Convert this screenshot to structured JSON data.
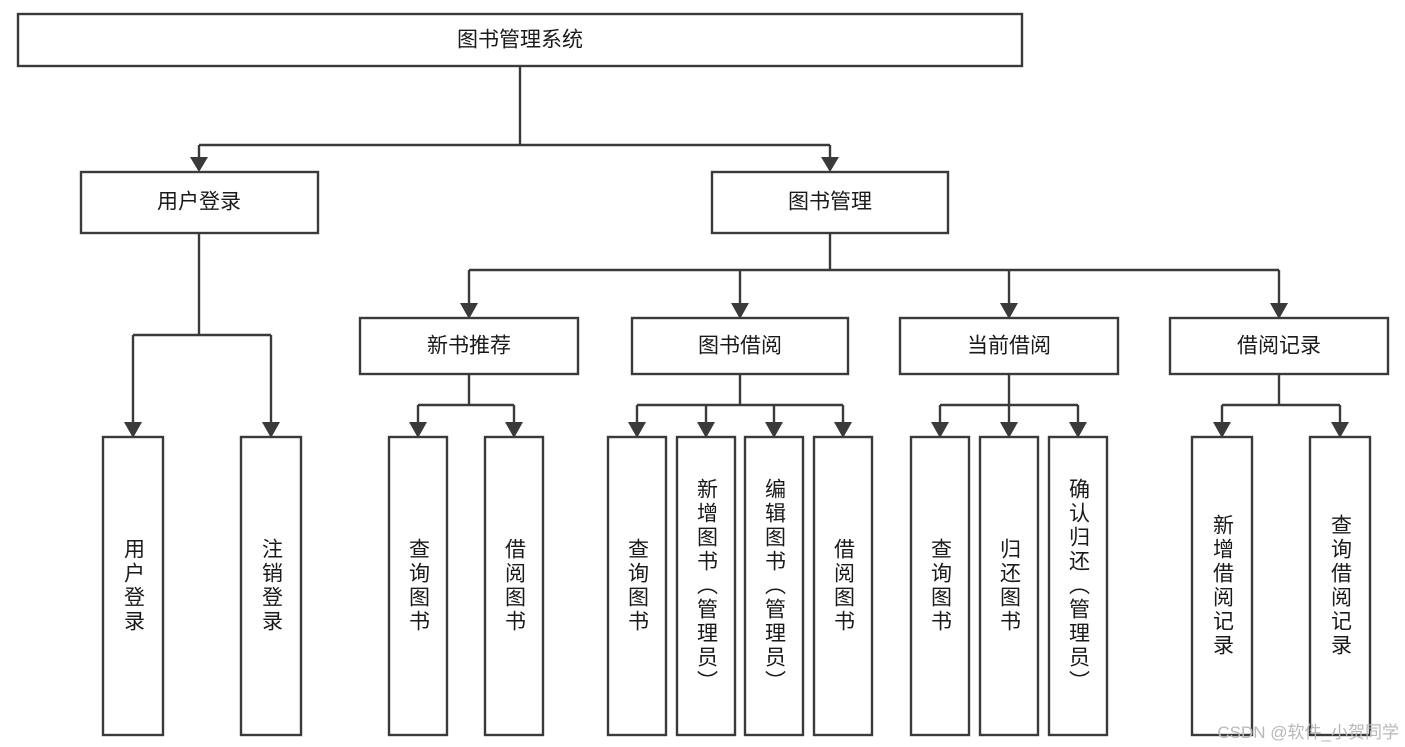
{
  "diagram": {
    "type": "tree-hierarchy",
    "root": {
      "label": "图书管理系统",
      "orientation": "horizontal"
    },
    "level1": [
      {
        "label": "用户登录",
        "orientation": "horizontal"
      },
      {
        "label": "图书管理",
        "orientation": "horizontal"
      }
    ],
    "level2": [
      {
        "label": "新书推荐",
        "orientation": "horizontal",
        "parent": "图书管理"
      },
      {
        "label": "图书借阅",
        "orientation": "horizontal",
        "parent": "图书管理"
      },
      {
        "label": "当前借阅",
        "orientation": "horizontal",
        "parent": "图书管理"
      },
      {
        "label": "借阅记录",
        "orientation": "horizontal",
        "parent": "图书管理"
      }
    ],
    "leaves": {
      "user_login": [
        {
          "label": "用户登录",
          "orientation": "vertical"
        },
        {
          "label": "注销登录",
          "orientation": "vertical"
        }
      ],
      "new_book_recommend": [
        {
          "label": "查询图书",
          "orientation": "vertical"
        },
        {
          "label": "借阅图书",
          "orientation": "vertical"
        }
      ],
      "book_borrow": [
        {
          "label": "查询图书",
          "orientation": "vertical"
        },
        {
          "label": "新增图书（管理员）",
          "orientation": "vertical"
        },
        {
          "label": "编辑图书（管理员）",
          "orientation": "vertical"
        },
        {
          "label": "借阅图书",
          "orientation": "vertical"
        }
      ],
      "current_borrow": [
        {
          "label": "查询图书",
          "orientation": "vertical"
        },
        {
          "label": "归还图书",
          "orientation": "vertical"
        },
        {
          "label": "确认归还（管理员）",
          "orientation": "vertical"
        }
      ],
      "borrow_record": [
        {
          "label": "新增借阅记录",
          "orientation": "vertical"
        },
        {
          "label": "查询借阅记录",
          "orientation": "vertical"
        }
      ]
    }
  },
  "watermark": {
    "text": "CSDN @软件_小贺同学"
  },
  "colors": {
    "stroke": "#3a3a3a",
    "background": "#ffffff",
    "text": "#1a1a1a",
    "watermark": "#b8b8b8"
  }
}
